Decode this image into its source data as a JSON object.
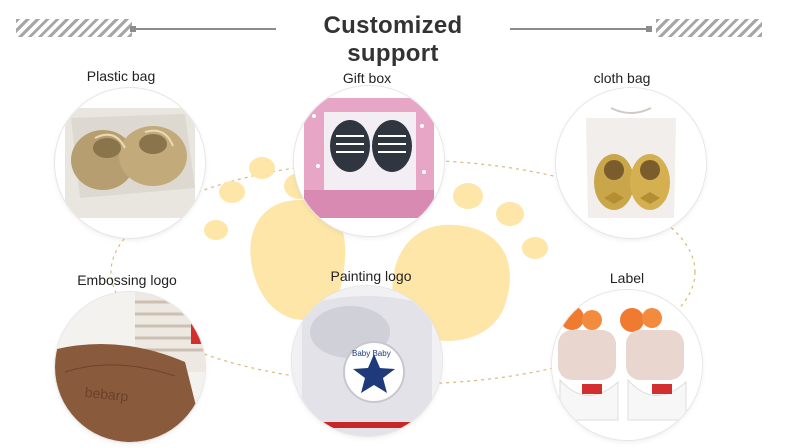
{
  "header": {
    "title": "Customized support"
  },
  "items": [
    {
      "label": "Plastic bag",
      "icon": "plastic-bag-shoes-photo"
    },
    {
      "label": "Gift box",
      "icon": "gift-box-shoes-photo"
    },
    {
      "label": "cloth bag",
      "icon": "cloth-bag-shoes-photo"
    },
    {
      "label": "Embossing logo",
      "icon": "embossed-sole-photo"
    },
    {
      "label": "Painting logo",
      "icon": "painted-logo-photo"
    },
    {
      "label": "Label",
      "icon": "label-tag-photo"
    }
  ],
  "colors": {
    "accent": "#fbe3a0",
    "title": "#333333",
    "stripe": "#a6a6a6"
  }
}
